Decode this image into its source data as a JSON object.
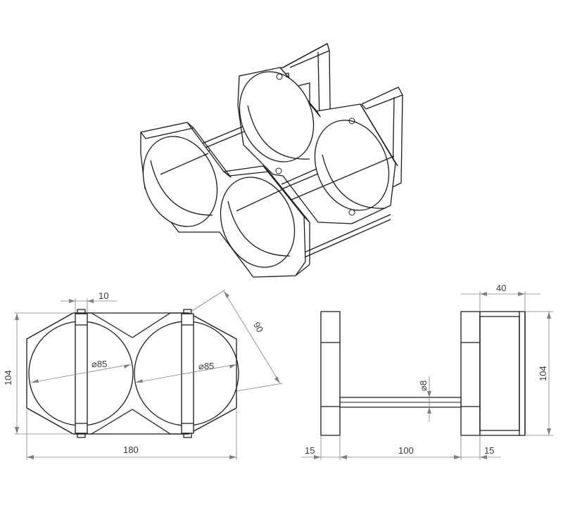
{
  "dimensions": {
    "slot_width": "10",
    "outer_diameter": "90",
    "hole_left": "⌀85",
    "hole_right": "⌀85",
    "height_front": "104",
    "total_width": "180",
    "depth": "40",
    "height_side": "104",
    "rod_diameter": "⌀8",
    "side_left": "15",
    "rod_length": "100",
    "side_right": "15"
  }
}
